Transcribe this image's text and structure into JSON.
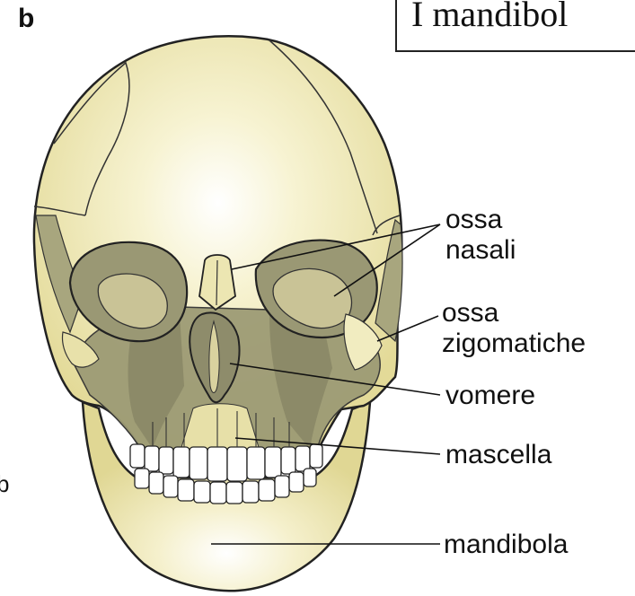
{
  "figure": {
    "panel_letter": "b",
    "stray_letter": "b",
    "caption_fragment": "I mandibol"
  },
  "labels": {
    "ossa_nasali": [
      "ossa",
      "nasali"
    ],
    "ossa_zigomatiche": [
      "ossa",
      "zigomatiche"
    ],
    "vomere": "vomere",
    "mascella": "mascella",
    "mandibola": "mandibola"
  },
  "colors": {
    "bone_light": "#f3efc2",
    "bone_mid": "#e4dc9a",
    "shadow": "#9c9a74",
    "dark_shadow": "#7e7c5e",
    "outline": "#222222",
    "teeth": "#ffffff"
  }
}
